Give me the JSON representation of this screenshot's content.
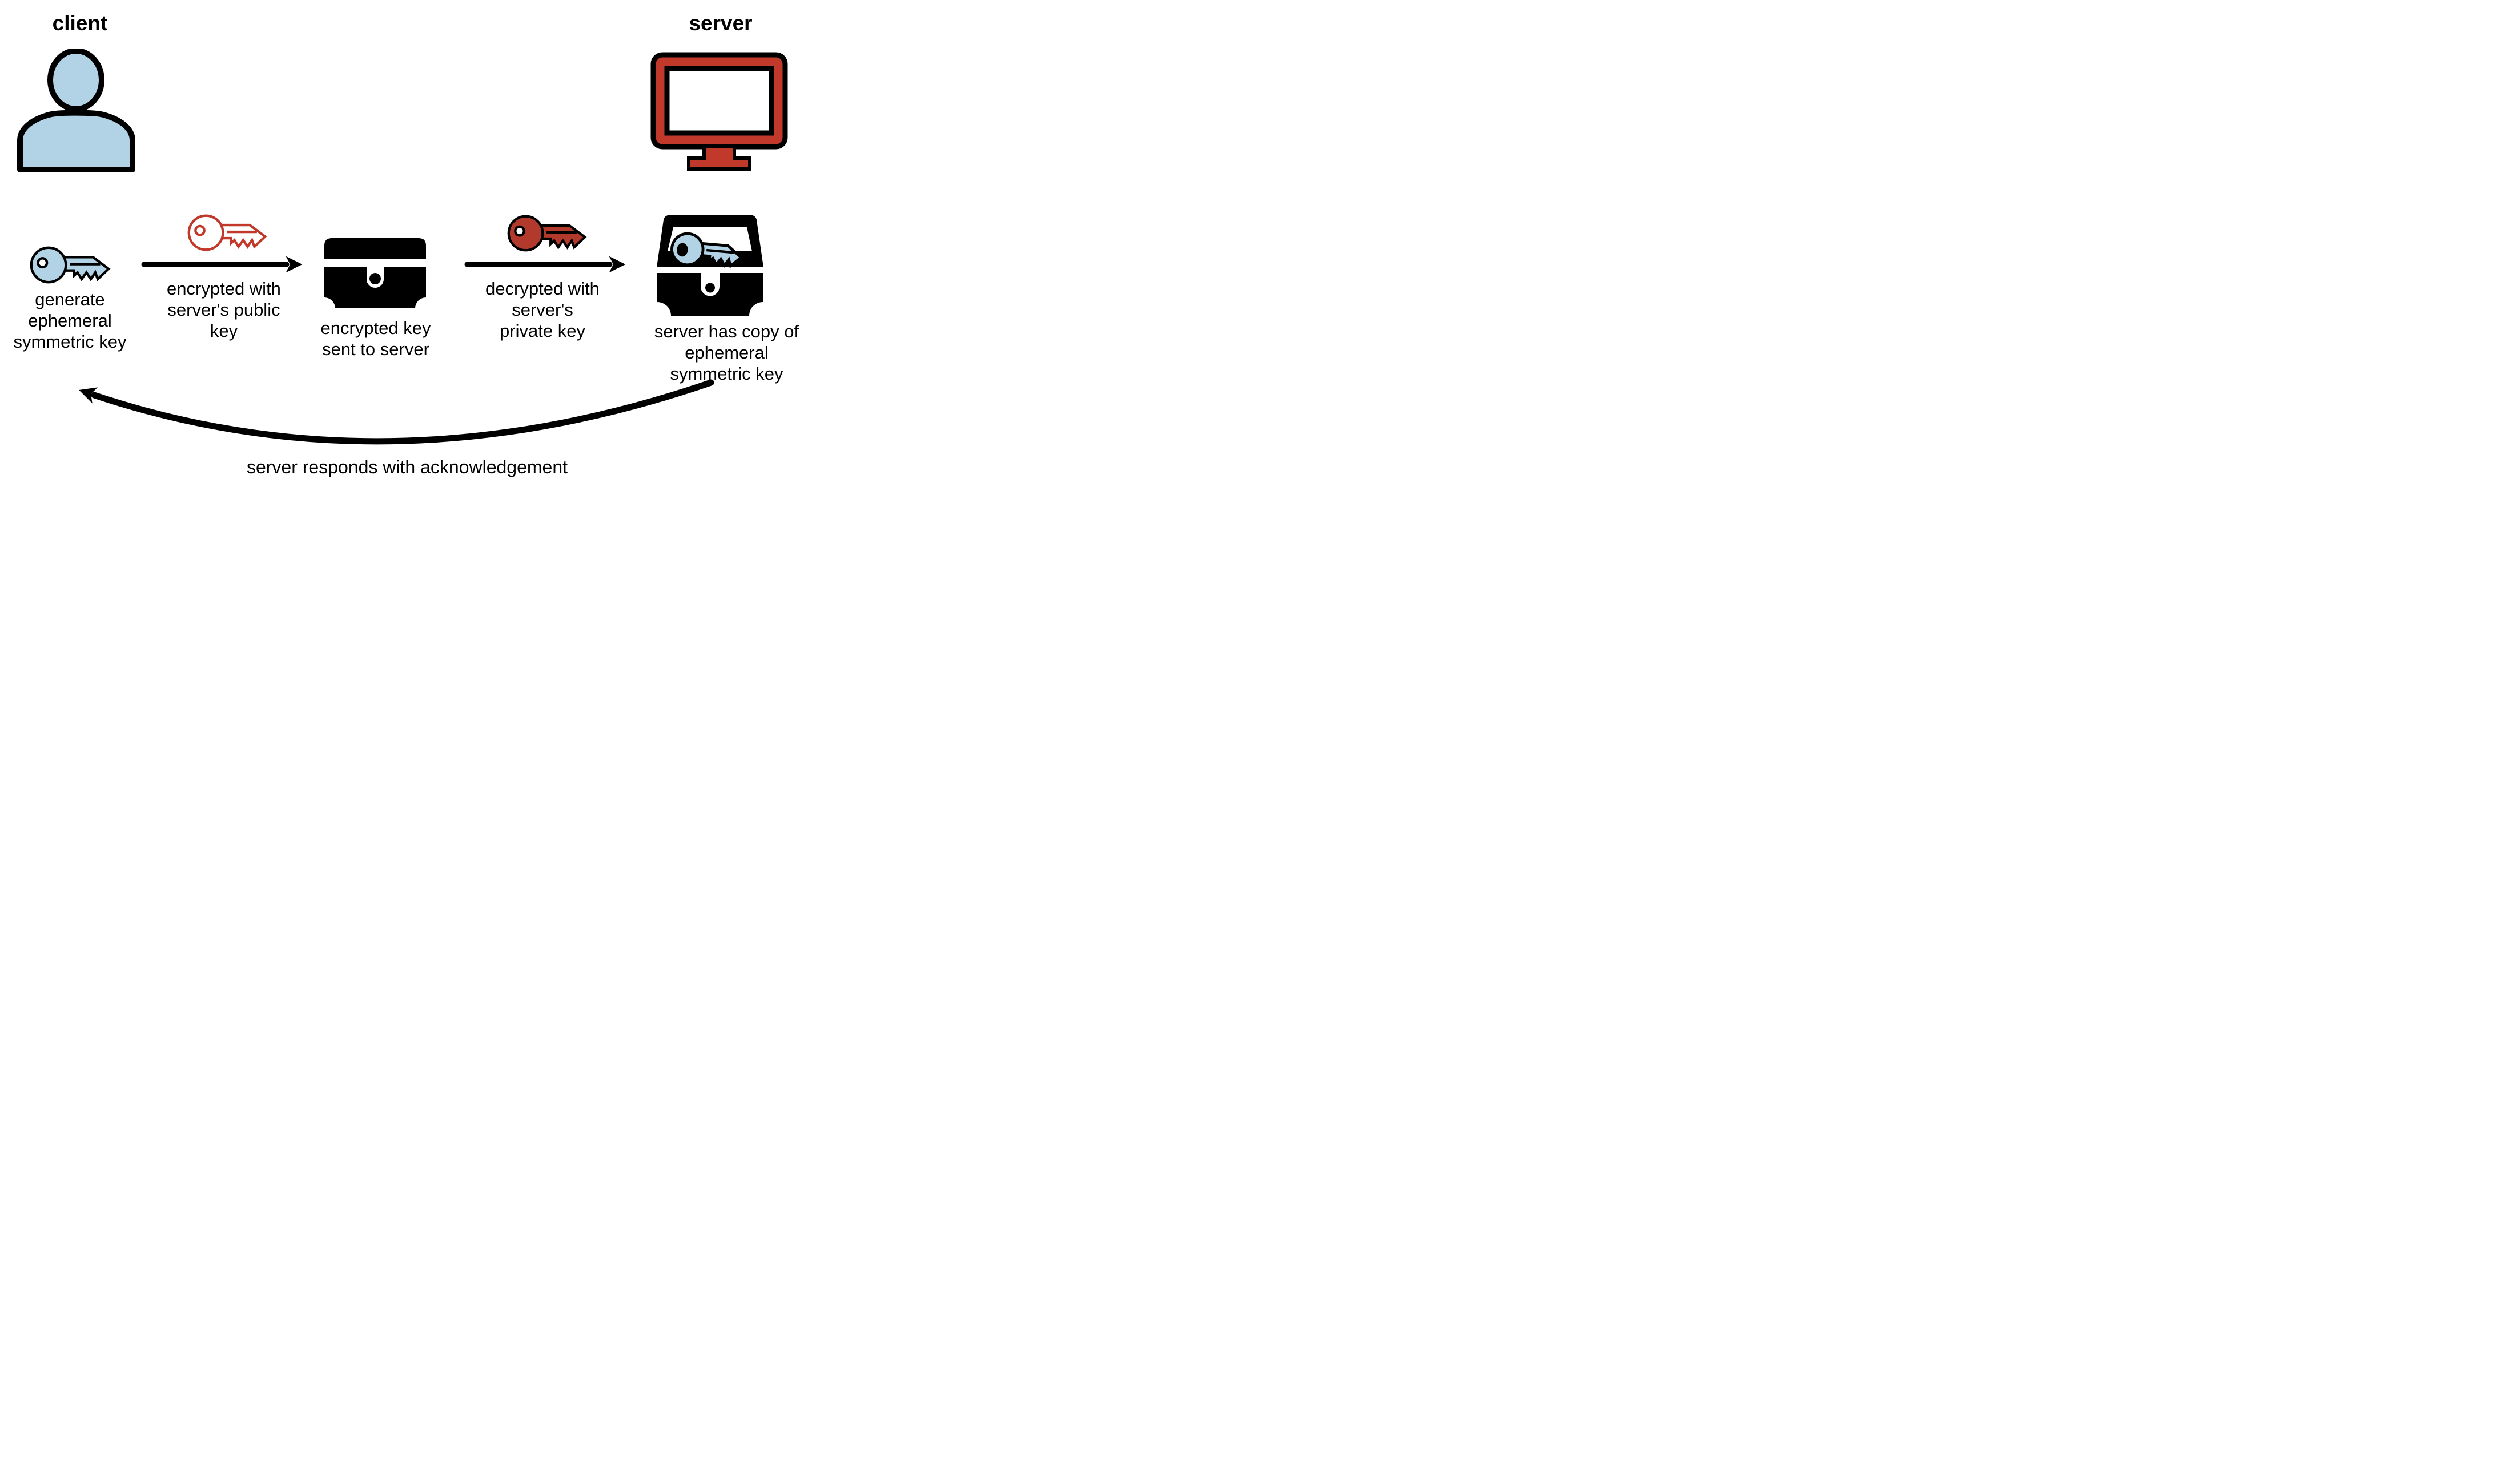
{
  "title_labels": {
    "client": "client",
    "server": "server"
  },
  "captions": {
    "generate": [
      "generate",
      "ephemeral",
      "symmetric key"
    ],
    "public": [
      "encrypted with",
      "server's public",
      "key"
    ],
    "sent": [
      "encrypted key",
      "sent to server"
    ],
    "private": [
      "decrypted with",
      "server's",
      "private key"
    ],
    "copy": [
      "server has copy of",
      "ephemeral",
      "symmetric key"
    ],
    "ack": "server responds with acknowledgement"
  },
  "icons": {
    "client": "person-icon",
    "server": "monitor-icon",
    "step1": "blue-symmetric-key-icon",
    "transfer1": "red-outline-public-key-icon",
    "step2": "treasure-chest-closed-icon",
    "transfer2": "red-solid-private-key-icon",
    "step3": "treasure-chest-open-with-key-icon",
    "flow": "arrow-icon"
  },
  "colors": {
    "figure_blue": "#b2d3e5",
    "figure_red": "#c0392b",
    "figure_red_fill": "#b23a2c",
    "outline_black": "#000000",
    "background": "#ffffff"
  }
}
